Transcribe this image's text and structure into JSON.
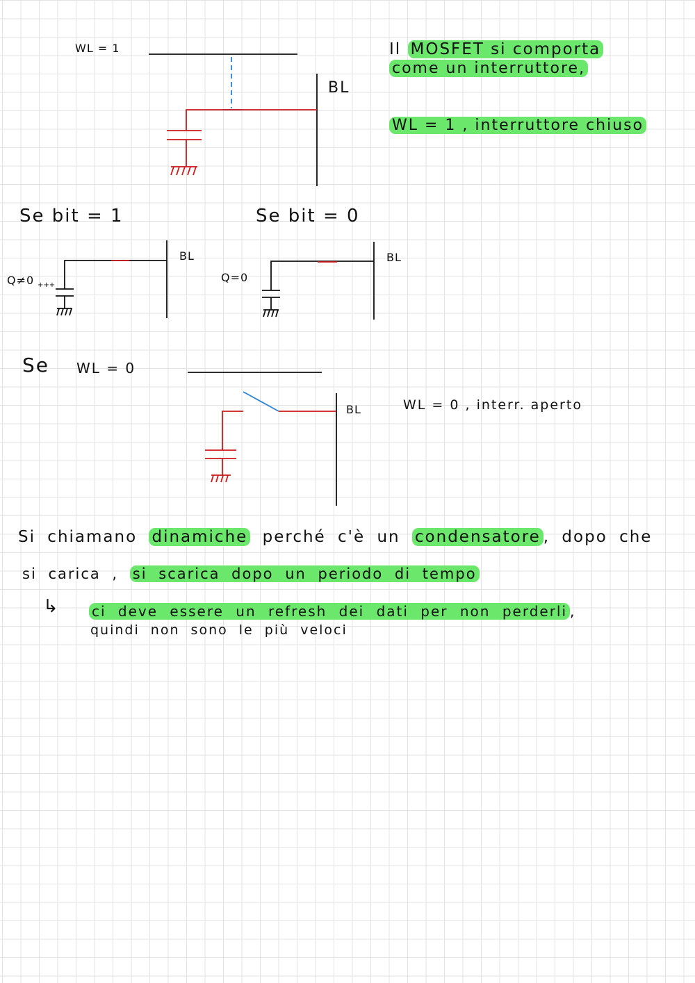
{
  "diagram_top": {
    "wl_label": "WL = 1",
    "bl_label": "BL"
  },
  "note_top": {
    "line1_prefix": "Il",
    "line1_highlight": "MOSFET si comporta",
    "line2": "come un interruttore,",
    "line3": "WL = 1 , interruttore chiuso"
  },
  "case_bit1": {
    "title": "Se bit = 1",
    "q_label": "Q≠0",
    "charge_label": "+++",
    "bl_label": "BL"
  },
  "case_bit0": {
    "title": "Se bit = 0",
    "q_label": "Q=0",
    "bl_label": "BL"
  },
  "case_wl0": {
    "title_se": "Se",
    "title_wl": "WL = 0",
    "bl_label": "BL",
    "note": "WL = 0 , interr. aperto"
  },
  "paragraph": {
    "l1_a": "Si chiamano",
    "l1_hl1": "dinamiche",
    "l1_b": "perché c'è un",
    "l1_hl2": "condensatore",
    "l1_c": ", dopo che",
    "l2_a": "si carica ,",
    "l2_hl": "si scarica dopo un periodo di tempo",
    "arrow": "↳",
    "l3_hl": "ci deve essere un refresh dei dati per non perderli",
    "l3_end": ",",
    "l4": "quindi non sono le più veloci"
  },
  "colors": {
    "highlight": "#6be86b",
    "wire_red": "#cc1a1a",
    "switch_blue": "#2a82d6",
    "ink": "#111111",
    "grid": "#e3e3e3"
  }
}
